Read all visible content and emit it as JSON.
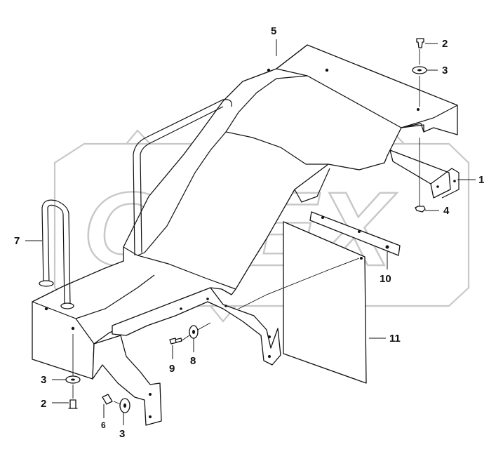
{
  "watermark": {
    "text": "OPEX",
    "color": "#c8c8c8"
  },
  "callouts": [
    {
      "number": "1"
    },
    {
      "number": "2"
    },
    {
      "number": "3"
    },
    {
      "number": "4"
    },
    {
      "number": "5"
    },
    {
      "number": "7"
    },
    {
      "number": "10"
    },
    {
      "number": "11"
    },
    {
      "number": "8"
    },
    {
      "number": "9"
    },
    {
      "number": "3"
    },
    {
      "number": "2"
    },
    {
      "number": "6"
    },
    {
      "number": "3"
    }
  ]
}
